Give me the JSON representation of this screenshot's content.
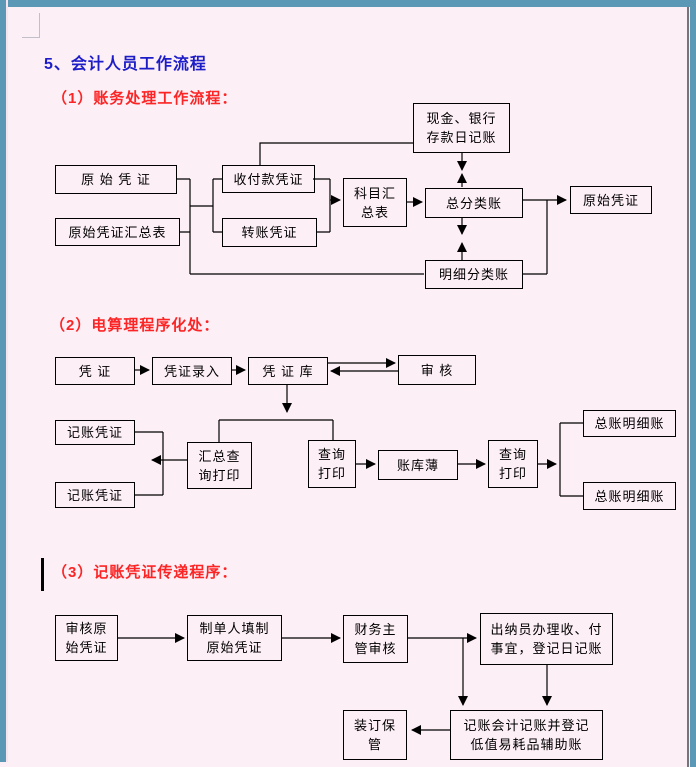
{
  "page": {
    "title": "5、会计人员工作流程",
    "colors": {
      "page_bg": "#fdeff6",
      "frame_blue": "#5b98b6",
      "heading_blue": "#1d1dc8",
      "heading_red": "#fb2525",
      "box_border": "#000000",
      "page_edge_line": "#4a4a55"
    }
  },
  "flow1": {
    "heading": "（1）账务处理工作流程：",
    "cash_journal": "现金、银行\n存款日记账",
    "original_voucher_left": "原 始 凭 证",
    "original_voucher_summary": "原始凭证汇总表",
    "receipt_payment_voucher": "收付款凭证",
    "transfer_voucher": "转账凭证",
    "subject_summary": "科目汇\n总表",
    "general_ledger": "总分类账",
    "original_voucher_right": "原始凭证",
    "detail_ledger": "明细分类账"
  },
  "flow2": {
    "heading": "（2）电算理程序化处：",
    "voucher": "凭 证",
    "voucher_entry": "凭证录入",
    "voucher_store": "凭 证 库",
    "audit": "审 核",
    "bookkeeping_voucher_top": "记账凭证",
    "bookkeeping_voucher_bottom": "记账凭证",
    "summary_query_print": "汇总查\n询打印",
    "query_print_left": "查询\n打印",
    "account_book": "账库薄",
    "query_print_right": "查询\n打印",
    "ledger_detail_top": "总账明细账",
    "ledger_detail_bottom": "总账明细账"
  },
  "flow3": {
    "heading": "（3）记账凭证传递程序：",
    "audit_original": "审核原\n始凭证",
    "prepare_voucher": "制单人填制\n原始凭证",
    "finance_review": "财务主\n管审核",
    "cashier_duty": "出纳员办理收、付\n事宜，登记日记账",
    "binding_keep": "装订保\n管",
    "bookkeeper_register": "记账会计记账并登记\n低值易耗品辅助账"
  }
}
